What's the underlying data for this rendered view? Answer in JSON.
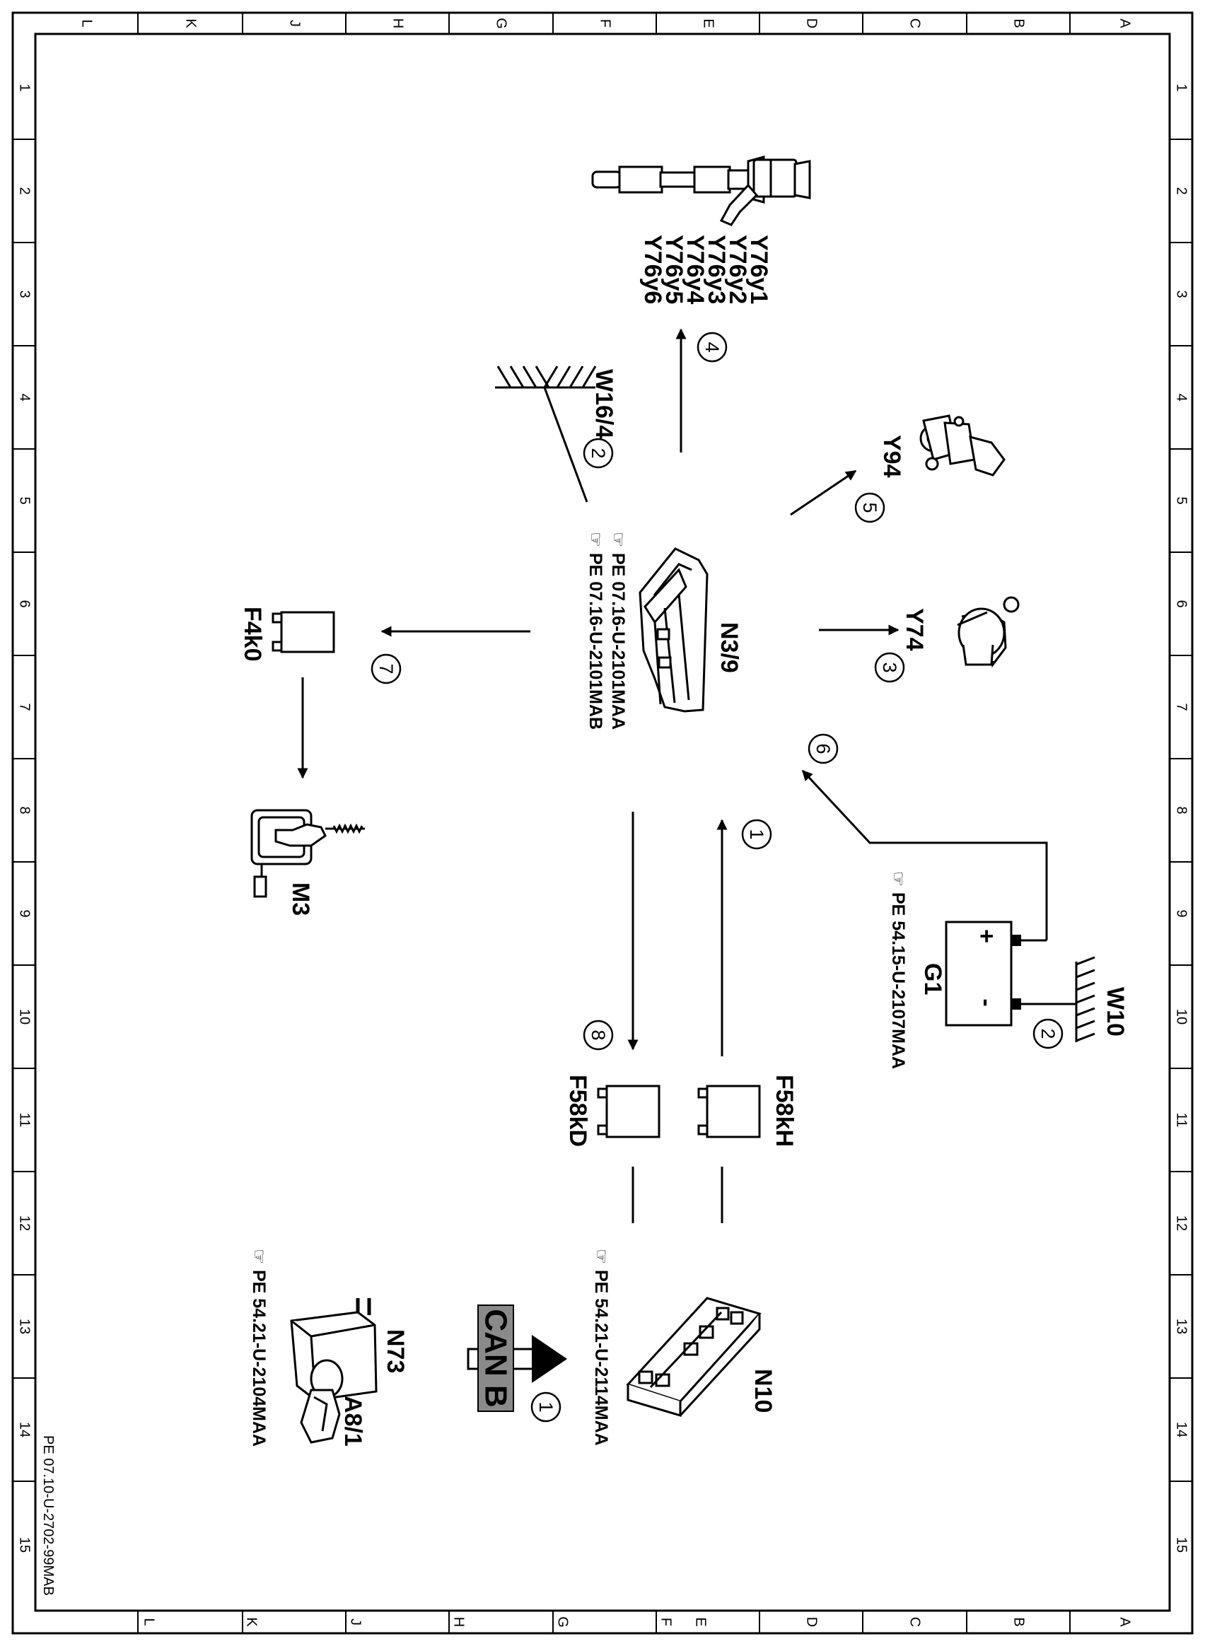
{
  "grid": {
    "columns": [
      "L",
      "K",
      "J",
      "H",
      "G",
      "F",
      "E",
      "D",
      "C",
      "B",
      "A"
    ],
    "rows": [
      "1",
      "2",
      "3",
      "4",
      "5",
      "6",
      "7",
      "8",
      "9",
      "10",
      "11",
      "12",
      "13",
      "14",
      "15"
    ]
  },
  "components": {
    "y76": {
      "labels": [
        "Y76y1",
        "Y76y2",
        "Y76y3",
        "Y76y4",
        "Y76y5",
        "Y76y6"
      ]
    },
    "w16_4": {
      "label": "W16/4"
    },
    "y94": {
      "label": "Y94"
    },
    "n3_9": {
      "label": "N3/9",
      "refs": [
        "PE 07.16-U-2101MAA",
        "PE 07.16-U-2101MAB"
      ]
    },
    "y74": {
      "label": "Y74"
    },
    "f4k0": {
      "label": "F4k0"
    },
    "m3": {
      "label": "M3"
    },
    "g1": {
      "label": "G1",
      "plus": "+",
      "minus": "-",
      "ref": "PE 54.15-U-2107MAA"
    },
    "w10": {
      "label": "W10"
    },
    "f58kh": {
      "label": "F58kH"
    },
    "f58kd": {
      "label": "F58kD"
    },
    "n10": {
      "label": "N10",
      "ref": "PE 54.21-U-2114MAA"
    },
    "n73": {
      "label": "N73",
      "ref": "PE 54.21-U-2104MAA"
    },
    "a8_1": {
      "label": "A8/1"
    }
  },
  "signals": {
    "s1": "1",
    "s2": "2",
    "s3": "3",
    "s4": "4",
    "s5": "5",
    "s6": "6",
    "s7": "7",
    "s8": "8",
    "s1b": "1",
    "s2b": "2"
  },
  "can_bus": {
    "label": "CAN B"
  },
  "footer": {
    "doc_id": "PE 07.10-U-2702-99MAB"
  }
}
